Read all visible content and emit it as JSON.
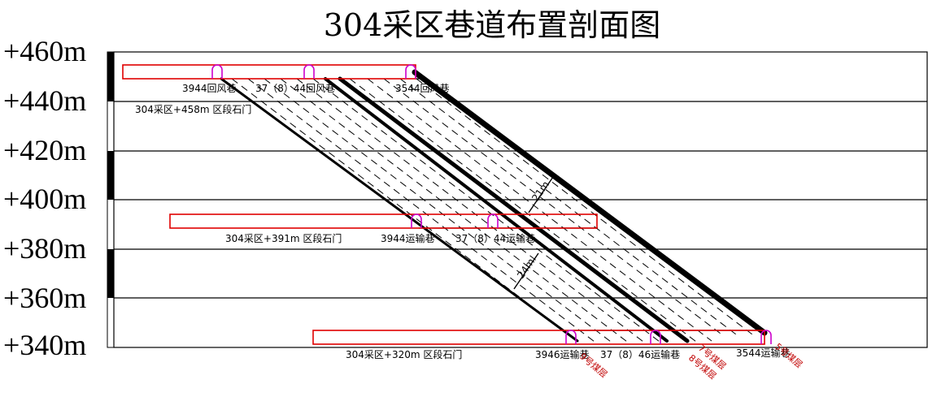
{
  "title": "304采区巷道布置剖面图",
  "elevations": [
    "+460m",
    "+440m",
    "+420m",
    "+400m",
    "+380m",
    "+360m",
    "+340m"
  ],
  "levels": [
    {
      "crosscut": "304采区+458m 区段石门",
      "roadways": [
        "3944回风巷",
        "37（8）44回风巷",
        "3544回风巷"
      ]
    },
    {
      "crosscut": "304采区+391m 区段石门",
      "roadways": [
        "3944运输巷",
        "37（8）44运输巷"
      ]
    },
    {
      "crosscut": "304采区+320m 区段石门",
      "roadways": [
        "3946运输巷",
        "37（8）46运输巷",
        "3544运输巷"
      ]
    }
  ],
  "seams": [
    "9号煤层",
    "7号煤层",
    "8号煤层",
    "5号煤层"
  ],
  "dimensions": [
    "24m",
    "21m"
  ],
  "colors": {
    "crosscut": "#e00000",
    "roadway": "#cc00cc",
    "seam_label": "#c00000",
    "line": "#000000"
  }
}
